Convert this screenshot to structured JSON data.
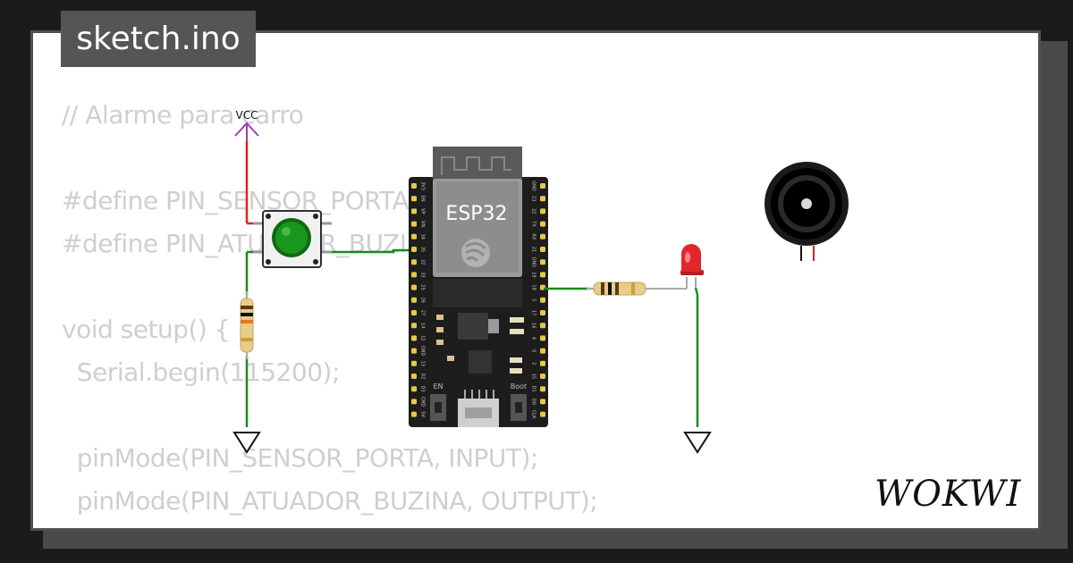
{
  "tab": {
    "filename": "sketch.ino"
  },
  "code": {
    "lines": [
      "// Alarme para carro",
      "",
      "#define PIN_SENSOR_PORTA",
      "#define PIN_ATUADOR_BUZINA",
      "",
      "void setup() {",
      "  Serial.begin(115200);",
      "",
      "  pinMode(PIN_SENSOR_PORTA, INPUT);",
      "  pinMode(PIN_ATUADOR_BUZINA, OUTPUT);"
    ]
  },
  "circuit": {
    "vcc_label": "VCC",
    "board_label": "ESP32",
    "en_label": "EN",
    "boot_label": "Boot",
    "left_pins": [
      "3V3",
      "EN",
      "VP",
      "VN",
      "34",
      "35",
      "32",
      "33",
      "25",
      "26",
      "27",
      "14",
      "12",
      "GND",
      "13",
      "D2",
      "D3",
      "CMD",
      "5V"
    ],
    "right_pins": [
      "GND",
      "23",
      "22",
      "TX",
      "RX",
      "21",
      "GND",
      "19",
      "18",
      "5",
      "17",
      "16",
      "4",
      "0",
      "2",
      "15",
      "D1",
      "D0",
      "CLK"
    ]
  },
  "brand": {
    "logo_text": "WOKWI"
  },
  "colors": {
    "wire_green": "#1a8a1a",
    "wire_red": "#e0221e",
    "vcc_purple": "#9b3fb4",
    "led_red": "#e3262b",
    "button_green": "#15901c"
  }
}
